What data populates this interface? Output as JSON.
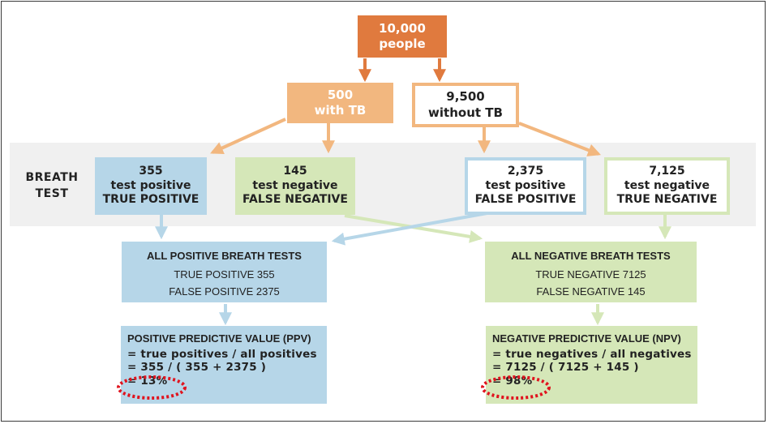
{
  "colors": {
    "orange_dark": "#e07a3e",
    "orange_light": "#f2b77f",
    "blue": "#b6d6e8",
    "green": "#d5e7b8",
    "band": "#f0f0f0",
    "highlight_ellipse": "#e0141e"
  },
  "root": {
    "line1": "10,000",
    "line2": "people"
  },
  "with_tb": {
    "line1": "500",
    "line2": "with TB"
  },
  "without_tb": {
    "line1": "9,500",
    "line2": "without TB"
  },
  "breath_test": {
    "line1": "BREATH",
    "line2": "TEST"
  },
  "true_positive": {
    "line1": "355",
    "line2": "test positive",
    "line3": "TRUE POSITIVE"
  },
  "false_negative": {
    "line1": "145",
    "line2": "test negative",
    "line3": "FALSE NEGATIVE"
  },
  "false_positive": {
    "line1": "2,375",
    "line2": "test positive",
    "line3": "FALSE POSITIVE"
  },
  "true_negative": {
    "line1": "7,125",
    "line2": "test negative",
    "line3": "TRUE NEGATIVE"
  },
  "all_positive": {
    "title": "ALL POSITIVE BREATH TESTS",
    "line1": "TRUE POSITIVE 355",
    "line2": "FALSE POSITIVE 2375"
  },
  "all_negative": {
    "title": "ALL NEGATIVE BREATH TESTS",
    "line1": "TRUE NEGATIVE 7125",
    "line2": "FALSE NEGATIVE 145"
  },
  "ppv": {
    "title": "POSITIVE PREDICTIVE VALUE (PPV)",
    "line1": "= true positives / all positives",
    "line2": "= 355 / ( 355 + 2375 )",
    "result": "= 13%"
  },
  "npv": {
    "title": "NEGATIVE PREDICTIVE VALUE (NPV)",
    "line1": "= true negatives / all negatives",
    "line2": "= 7125 / ( 7125 + 145 )",
    "result": "= 98%"
  }
}
